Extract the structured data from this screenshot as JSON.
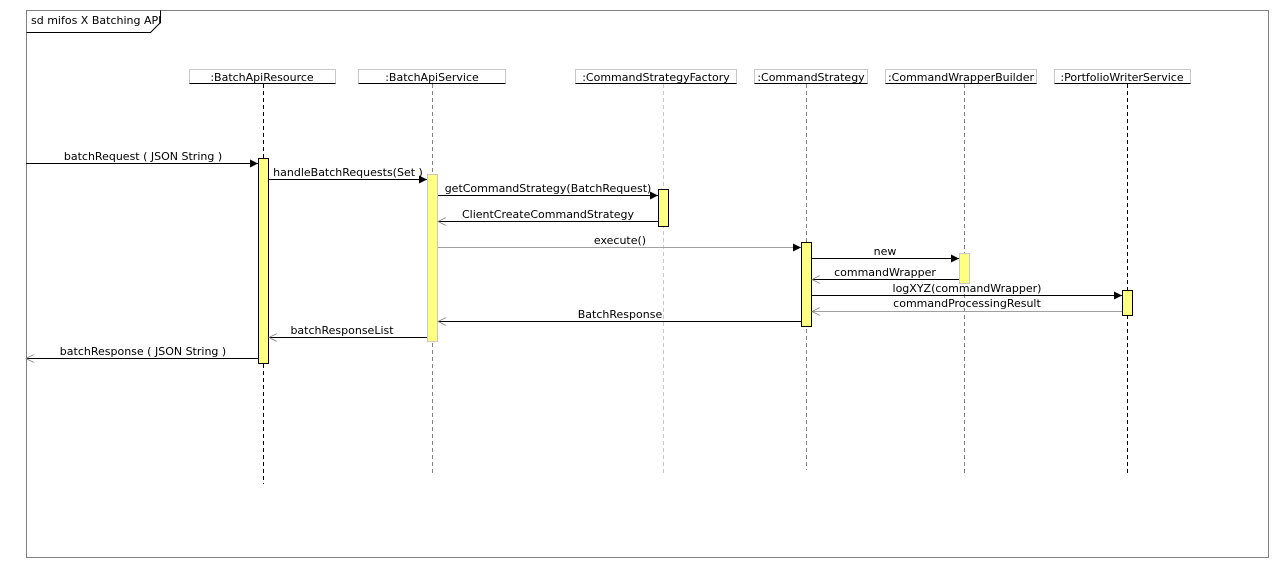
{
  "frame": {
    "title": "sd mifos X Batching API"
  },
  "colors": {
    "activation_fill": "#ffff80",
    "line": "#000000",
    "return_line": "#808080",
    "lifeline": "#808080"
  },
  "participants": [
    {
      "id": "p0",
      "label": ":BatchApiResource"
    },
    {
      "id": "p1",
      "label": ":BatchApiService"
    },
    {
      "id": "p2",
      "label": ":CommandStrategyFactory"
    },
    {
      "id": "p3",
      "label": ":CommandStrategy"
    },
    {
      "id": "p4",
      "label": ":CommandWrapperBuilder"
    },
    {
      "id": "p5",
      "label": ":PortfolioWriterService"
    }
  ],
  "messages": [
    {
      "id": "m0",
      "label": "batchRequest ( JSON String )",
      "from": "external",
      "to": "p0",
      "kind": "call"
    },
    {
      "id": "m1",
      "label": "handleBatchRequests(Set )",
      "from": "p0",
      "to": "p1",
      "kind": "call"
    },
    {
      "id": "m2",
      "label": "getCommandStrategy(BatchRequest)",
      "from": "p1",
      "to": "p2",
      "kind": "call"
    },
    {
      "id": "m3",
      "label": "ClientCreateCommandStrategy",
      "from": "p2",
      "to": "p1",
      "kind": "return"
    },
    {
      "id": "m4",
      "label": "execute()",
      "from": "p1",
      "to": "p3",
      "kind": "call"
    },
    {
      "id": "m5",
      "label": "new",
      "from": "p3",
      "to": "p4",
      "kind": "call"
    },
    {
      "id": "m6",
      "label": "commandWrapper",
      "from": "p4",
      "to": "p3",
      "kind": "return"
    },
    {
      "id": "m7",
      "label": "logXYZ(commandWrapper)",
      "from": "p3",
      "to": "p5",
      "kind": "call"
    },
    {
      "id": "m8",
      "label": "commandProcessingResult",
      "from": "p5",
      "to": "p3",
      "kind": "return"
    },
    {
      "id": "m9",
      "label": "BatchResponse",
      "from": "p3",
      "to": "p1",
      "kind": "return"
    },
    {
      "id": "m10",
      "label": "batchResponseList",
      "from": "p1",
      "to": "p0",
      "kind": "return"
    },
    {
      "id": "m11",
      "label": "batchResponse ( JSON String )",
      "from": "p0",
      "to": "external",
      "kind": "return"
    }
  ]
}
